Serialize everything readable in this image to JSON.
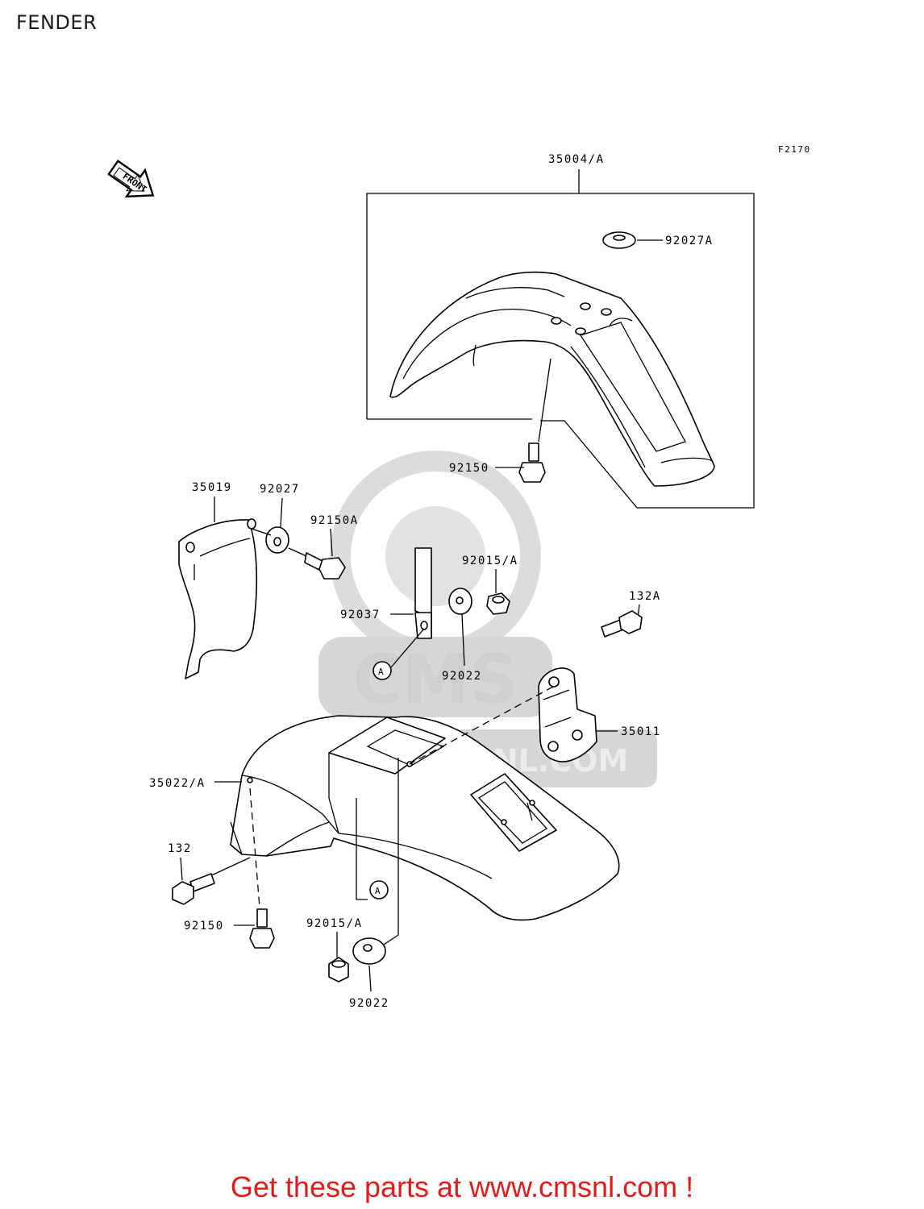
{
  "page": {
    "title": "FENDER"
  },
  "diagram": {
    "figure_code": "F2170",
    "front_arrow_label": "FRONT",
    "watermark": "WWW.CMSNL.COM",
    "parts": [
      {
        "id": "p1",
        "label": "35004/A"
      },
      {
        "id": "p2",
        "label": "92027A"
      },
      {
        "id": "p3",
        "label": "92150"
      },
      {
        "id": "p4",
        "label": "35019"
      },
      {
        "id": "p5",
        "label": "92027"
      },
      {
        "id": "p6",
        "label": "92150A"
      },
      {
        "id": "p7",
        "label": "92015/A"
      },
      {
        "id": "p8",
        "label": "92037"
      },
      {
        "id": "p9",
        "label": "132A"
      },
      {
        "id": "p10",
        "label": "92022"
      },
      {
        "id": "p11",
        "label": "35011"
      },
      {
        "id": "p12",
        "label": "35022/A"
      },
      {
        "id": "p13",
        "label": "132"
      },
      {
        "id": "p14",
        "label": "92150"
      },
      {
        "id": "p15",
        "label": "92015/A"
      },
      {
        "id": "p16",
        "label": "92022"
      }
    ],
    "reference_marks": [
      "A",
      "A"
    ]
  },
  "footer": {
    "cta": "Get these parts at www.cmsnl.com !"
  }
}
